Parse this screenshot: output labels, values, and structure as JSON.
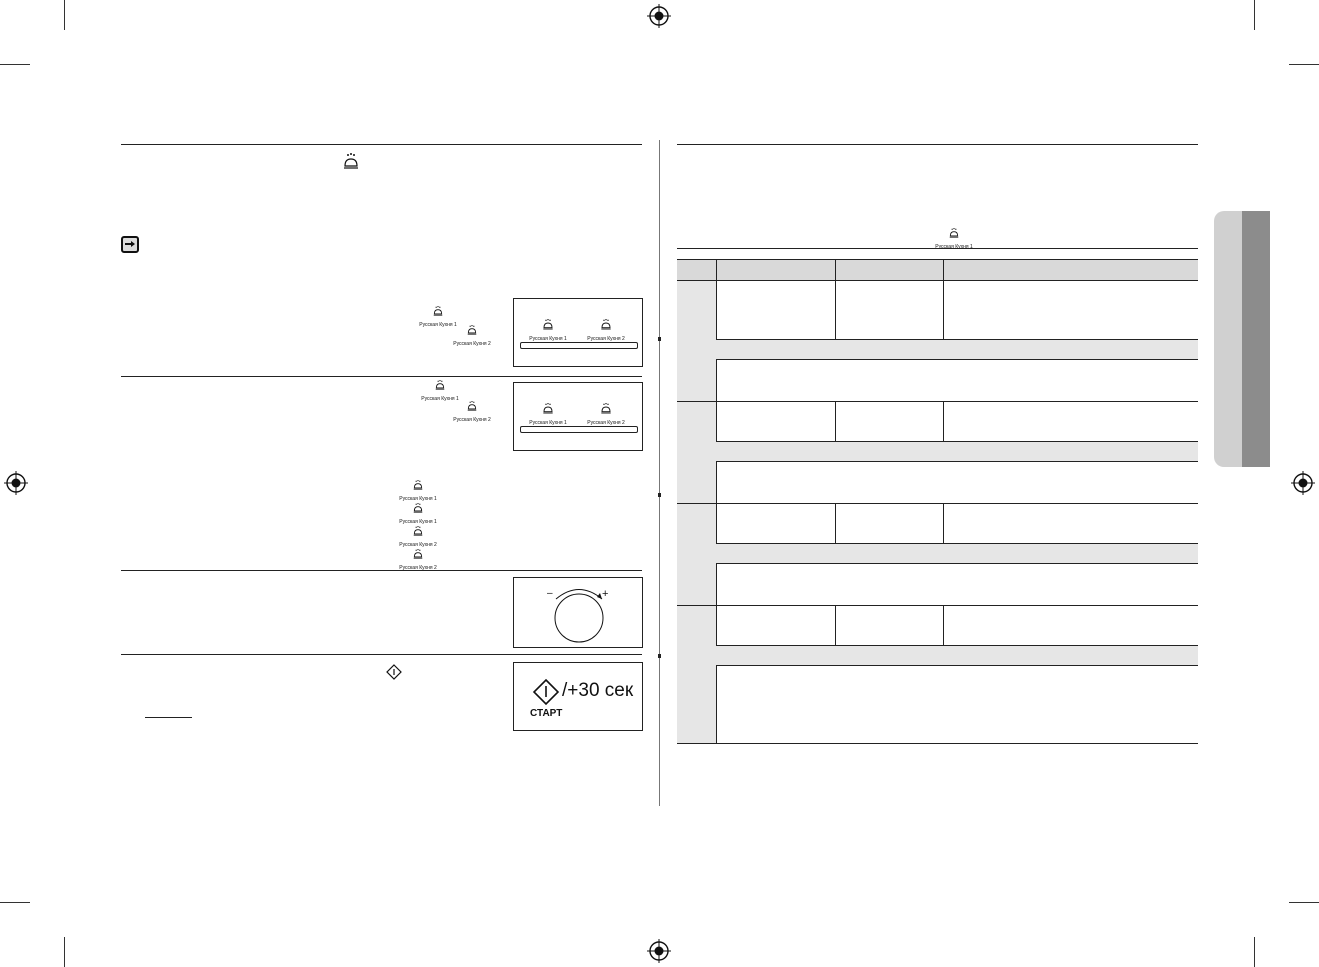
{
  "icons": {
    "cuisine": "russian-cuisine-icon",
    "note": "note-hand-icon",
    "start": "start-diamond-icon",
    "registration": "registration-mark-icon",
    "dial": "dial-knob-icon"
  },
  "labels": {
    "cuisine1": "Русская Кухня 1",
    "cuisine2": "Русская Кухня 2"
  },
  "dial": {
    "minus": "–",
    "plus": "+"
  },
  "start_panel": {
    "label": "/+30 сек",
    "caption": "СТАРТ"
  },
  "colors": {
    "rule": "#222222",
    "table_header": "#d9d9d9",
    "table_band": "#e6e6e6",
    "tab_light": "#d0d0d0",
    "tab_dark": "#8c8c8c"
  }
}
